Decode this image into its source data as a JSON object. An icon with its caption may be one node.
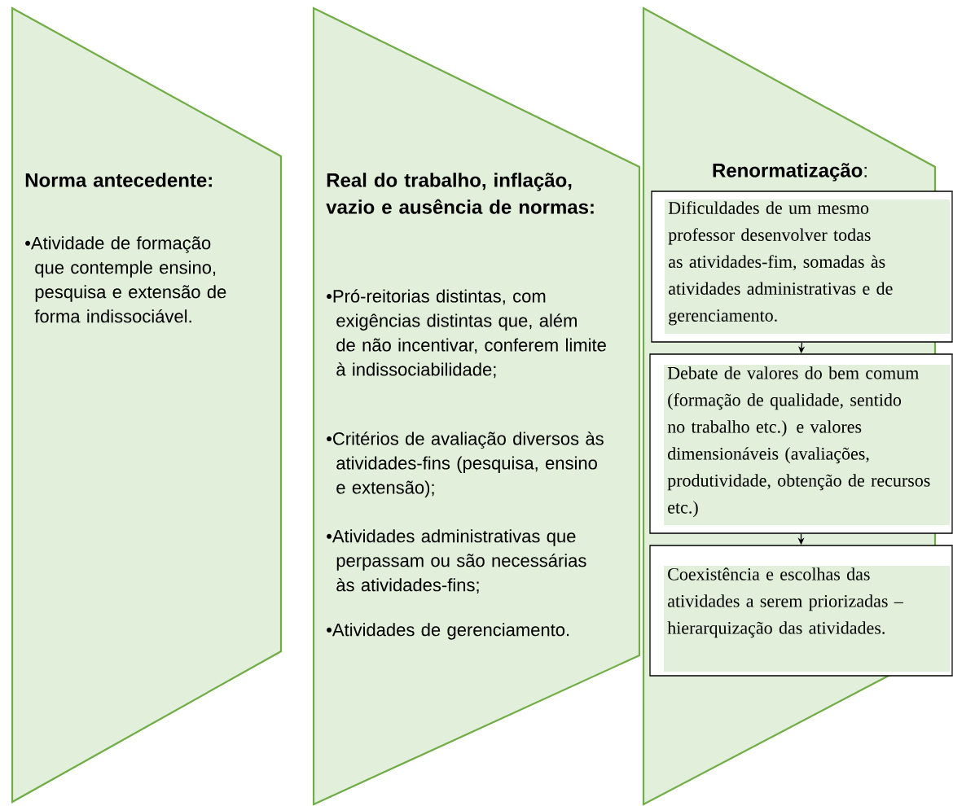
{
  "diagram": {
    "nodes": [
      {
        "text": [
          "Norma antecedente:",
          "•Atividade de formação que contemple ensino, pesquisa e extensão de forma indissociável."
        ]
      },
      {
        "text": [
          "Real do trabalho, inflação, vazio e ausência de normas:",
          "•Pró-reitorias distintas, com exigências distintas que, além de não incentivar, conferem limite à indissociabilidade;",
          "•Critérios de avaliação diversos às atividades-fins (pesquisa, ensino e extensão);",
          "•Atividades administrativas que perpassam ou são necessárias às atividades-fins;",
          "•Atividades de gerenciamento."
        ]
      },
      {
        "text": [
          "**Renormatização**:"
        ]
      },
      {
        "in": 2,
        "text": [
          "Dificuldades de um mesmo professor desenvolver todas as atividades-fim, somadas às atividades administrativas e de gerenciamento."
        ]
      },
      {
        "in": 2,
        "text": [
          "Debate de valores do bem comum (formação de qualidade, sentido no trabalho etc.) e valores dimensionáveis (avaliações, produtividade, obtenção de recursos etc.)"
        ]
      },
      {
        "in": 2,
        "text": [
          "Coexistência e escolhas das atividades a serem priorizadas – hierarquização das atividades."
        ]
      }
    ],
    "edges": [
      {
        "from": 3,
        "to": 4,
        "arrow": "to"
      },
      {
        "from": 4,
        "to": 5,
        "arrow": "to"
      }
    ]
  }
}
